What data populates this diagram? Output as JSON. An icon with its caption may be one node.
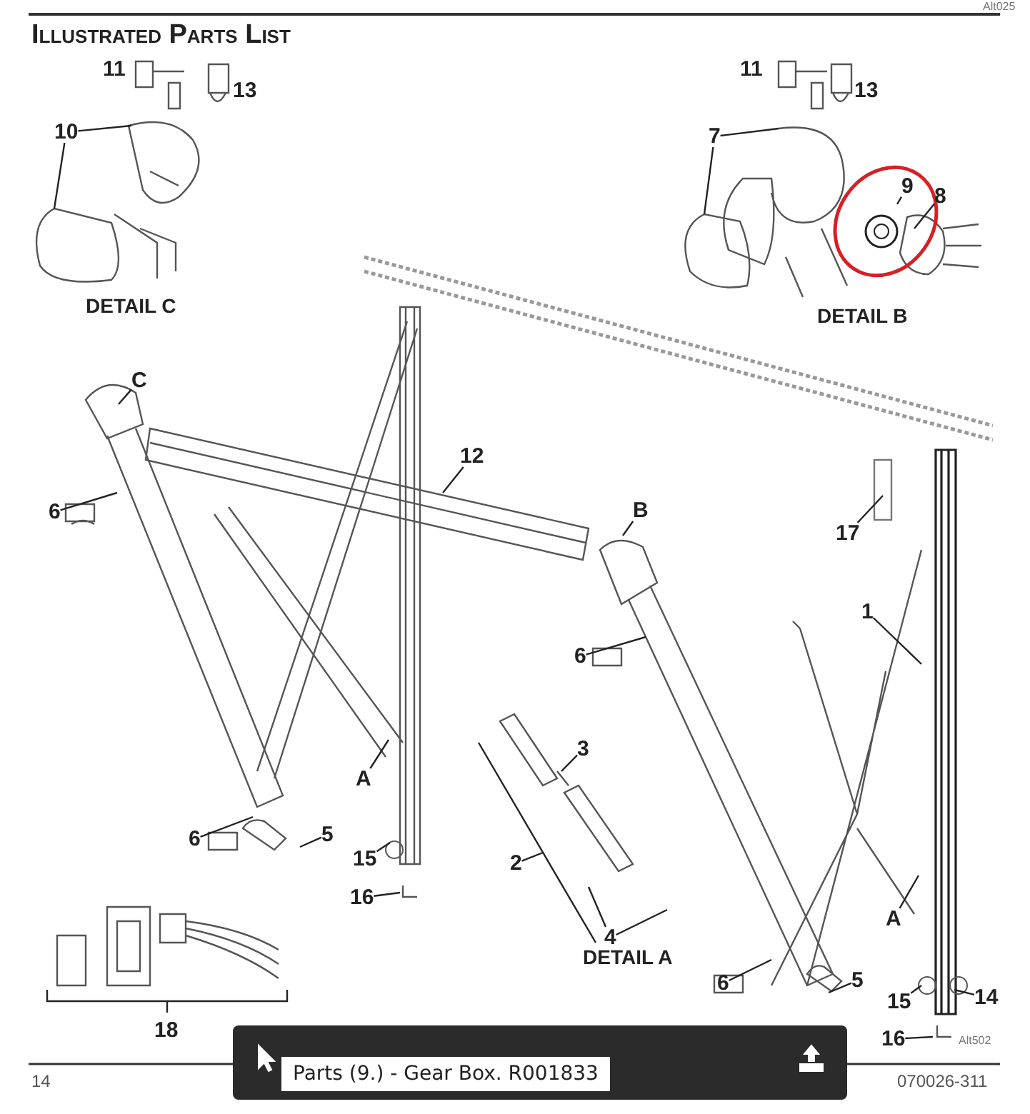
{
  "diagram": {
    "title": "Illustrated Parts List",
    "nodes": [
      {
        "text": [
          "10"
        ]
      },
      {
        "text": [
          "7"
        ]
      },
      {
        "text": [
          "9"
        ]
      },
      {
        "text": [
          "8"
        ]
      },
      {
        "text": [
          "C"
        ]
      },
      {
        "text": [
          "12"
        ]
      },
      {
        "text": [
          "6"
        ]
      },
      {
        "text": [
          "B"
        ]
      },
      {
        "text": [
          "17"
        ]
      },
      {
        "text": [
          "6"
        ]
      },
      {
        "text": [
          "1"
        ]
      },
      {
        "text": [
          "3"
        ]
      },
      {
        "text": [
          "A"
        ]
      },
      {
        "text": [
          "2"
        ]
      },
      {
        "text": [
          "6"
        ]
      },
      {
        "text": [
          "5"
        ]
      },
      {
        "text": [
          "15"
        ]
      },
      {
        "text": [
          "4"
        ]
      },
      {
        "text": [
          "16"
        ]
      },
      {
        "text": [
          "A"
        ]
      },
      {
        "text": [
          "6"
        ]
      },
      {
        "text": [
          "5"
        ]
      },
      {
        "text": [
          "15"
        ]
      },
      {
        "text": [
          "14"
        ]
      },
      {
        "text": [
          "16"
        ]
      }
    ],
    "edges": [
      {
        "from": 0,
        "to": null,
        "arrow": "none"
      },
      {
        "from": 0,
        "to": null,
        "arrow": "none"
      },
      {
        "from": 1,
        "to": null,
        "arrow": "none"
      },
      {
        "from": 1,
        "to": null,
        "arrow": "none"
      },
      {
        "from": 2,
        "to": null,
        "arrow": "none"
      },
      {
        "from": 3,
        "to": null,
        "arrow": "none"
      },
      {
        "from": 4,
        "to": null,
        "arrow": "none"
      },
      {
        "from": 5,
        "to": null,
        "arrow": "none"
      },
      {
        "from": 6,
        "to": null,
        "arrow": "none"
      },
      {
        "from": 7,
        "to": null,
        "arrow": "none"
      },
      {
        "from": 8,
        "to": null,
        "arrow": "none"
      },
      {
        "from": 9,
        "to": null,
        "arrow": "none"
      },
      {
        "from": 10,
        "to": null,
        "arrow": "none"
      },
      {
        "from": 11,
        "to": null,
        "arrow": "none"
      },
      {
        "from": 12,
        "to": null,
        "arrow": "none"
      },
      {
        "from": 13,
        "to": null,
        "arrow": "none"
      },
      {
        "from": 14,
        "to": null,
        "arrow": "none"
      },
      {
        "from": 15,
        "to": null,
        "arrow": "none"
      },
      {
        "from": 16,
        "to": null,
        "arrow": "none"
      },
      {
        "from": 17,
        "to": null,
        "arrow": "none"
      },
      {
        "from": 17,
        "to": null,
        "arrow": "none"
      },
      {
        "from": 18,
        "to": null,
        "arrow": "none"
      },
      {
        "from": 19,
        "to": null,
        "arrow": "none"
      },
      {
        "from": 20,
        "to": null,
        "arrow": "none"
      },
      {
        "from": 21,
        "to": null,
        "arrow": "none"
      },
      {
        "from": 22,
        "to": null,
        "arrow": "none"
      },
      {
        "from": 23,
        "to": null,
        "arrow": "none"
      },
      {
        "from": 24,
        "to": null,
        "arrow": "none"
      }
    ],
    "labels": [
      "Alt025",
      "11",
      "13",
      "DETAIL C",
      "11",
      "13",
      "DETAIL B",
      "DETAIL A",
      "18",
      "Alt502",
      "14",
      "Parts (9.) - Gear Box. R001833",
      "070026-311"
    ]
  }
}
